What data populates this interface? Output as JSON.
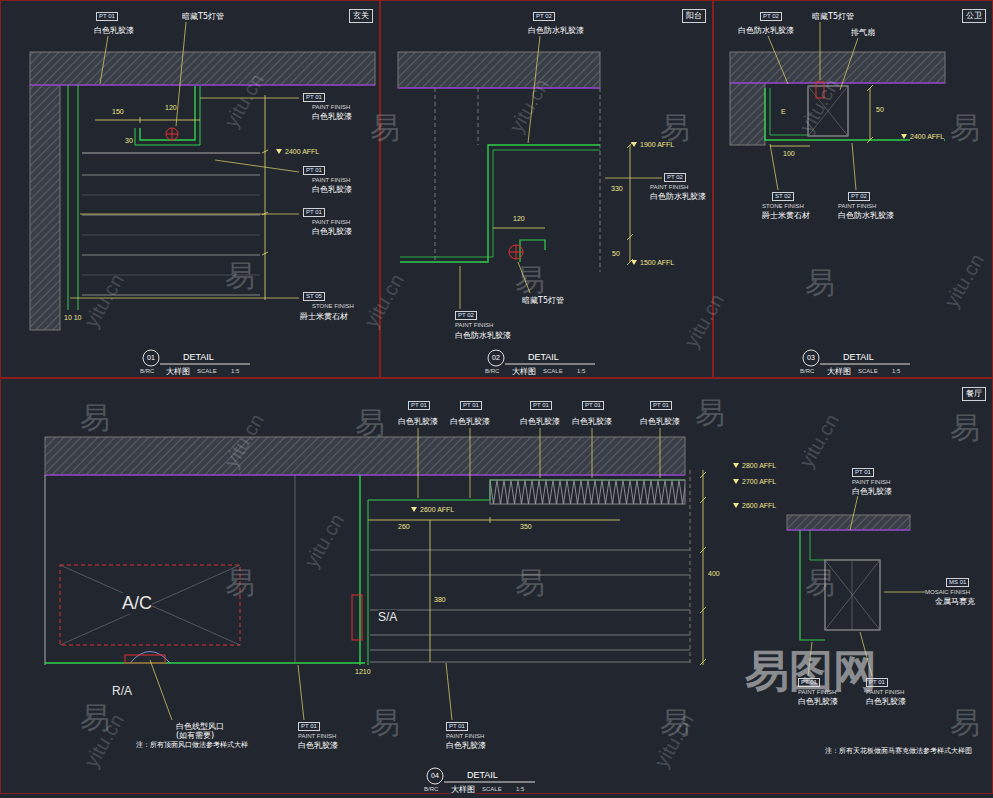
{
  "diagram": {
    "nodes": [
      {
        "text": [
          "玄关"
        ]
      },
      {
        "text": [
          "阳台"
        ]
      },
      {
        "text": [
          "公卫"
        ]
      },
      {
        "text": [
          "餐厅"
        ]
      }
    ],
    "labels": [
      "PT 01",
      "白色乳胶漆",
      "暗藏T5灯管",
      "PT 01",
      "PAINT FINISH",
      "白色乳胶漆",
      "2400 AFFL",
      "PT 01",
      "PAINT FINISH",
      "白色乳胶漆",
      "PT 01",
      "PAINT FINISH",
      "白色乳胶漆",
      "ST 05",
      "STONE FINISH",
      "爵士米黄石材",
      "150",
      "120",
      "30",
      "10 10",
      "01",
      "DETAIL",
      "B/RC",
      "大样图",
      "SCALE",
      "1:5",
      "PT 02",
      "白色防水乳胶漆",
      "1900 AFFL",
      "PT 02",
      "PAINT FINISH",
      "白色防水乳胶漆",
      "120",
      "330",
      "50",
      "1500 AFFL",
      "暗藏T5灯管",
      "PT 02",
      "PAINT FINISH",
      "白色防水乳胶漆",
      "02",
      "DETAIL",
      "B/RC",
      "大样图",
      "SCALE",
      "1:5",
      "PT 02",
      "白色防水乳胶漆",
      "暗藏T5灯管",
      "排气扇",
      "E",
      "100",
      "50",
      "2400 AFFL",
      "ST 02",
      "STONE FINISH",
      "爵士米黄石材",
      "PT 02",
      "PAINT FINISH",
      "白色防水乳胶漆",
      "03",
      "DETAIL",
      "B/RC",
      "大样图",
      "SCALE",
      "1:5",
      "PT 01",
      "白色乳胶漆",
      "PT 01",
      "白色乳胶漆",
      "PT 01",
      "白色乳胶漆",
      "PT 01",
      "白色乳胶漆",
      "PT 01",
      "白色乳胶漆",
      "2800 AFFL",
      "2700 AFFL",
      "2600 AFFL",
      "2600 AFFL",
      "260",
      "350",
      "400",
      "380",
      "A/C",
      "S/A",
      "R/A",
      "1210",
      "白色线型风口",
      "(如有需要)",
      "注：所有顶面风口做法参考样式大样",
      "PT 01",
      "PAINT FINISH",
      "白色乳胶漆",
      "PT 01",
      "PAINT FINISH",
      "白色乳胶漆",
      "PT 01",
      "PAINT FINISH",
      "白色乳胶漆",
      "MS 01",
      "MOSAIC FINISH",
      "金属马赛克",
      "PT 01",
      "PAINT FINISH",
      "白色乳胶漆",
      "PT 01",
      "PAINT FINISH",
      "白色乳胶漆",
      "注：所有天花板做面马赛克做法参考样式大样图",
      "04",
      "DETAIL",
      "B/RC",
      "大样图",
      "SCALE",
      "1:5",
      "易",
      "易",
      "易",
      "易",
      "易",
      "易",
      "易",
      "易",
      "易",
      "易",
      "易",
      "易",
      "易",
      "易",
      "易",
      "易",
      "易",
      "yitu.cn",
      "yitu.cn",
      "yitu.cn",
      "yitu.cn",
      "yitu.cn",
      "yitu.cn",
      "yitu.cn",
      "yitu.cn",
      "yitu.cn",
      "yitu.cn",
      "yitu.cn",
      "yitu.cn",
      "易图网"
    ]
  }
}
